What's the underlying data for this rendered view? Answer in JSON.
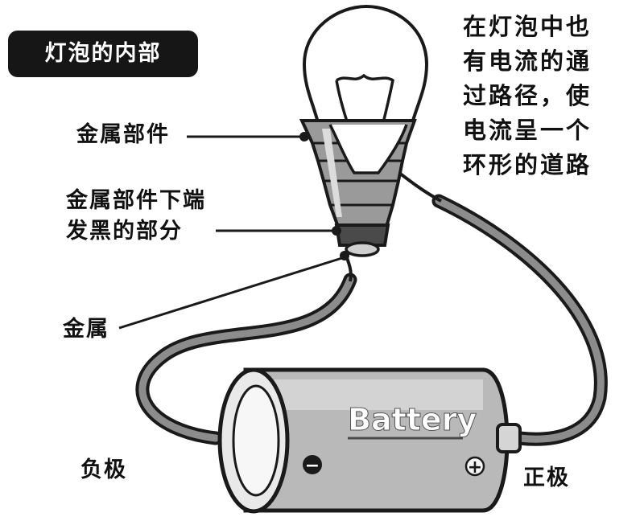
{
  "title": "灯泡的内部",
  "note_lines": [
    "在灯泡中也",
    "有电流的通",
    "过路径，使",
    "电流呈一个",
    "环形的道路"
  ],
  "labels": {
    "metal_part": "金属部件",
    "metal_bottom_line1": "金属部件下端",
    "metal_bottom_line2": "发黑的部分",
    "metal": "金属",
    "negative": "负极",
    "positive": "正极"
  },
  "battery": {
    "text": "Battery",
    "minus_symbol": "−",
    "plus_symbol": "+"
  },
  "colors": {
    "outline": "#1a1a1a",
    "wire_fill": "#8c8c8c",
    "base_dark": "#5a5a5a",
    "battery_body": "#b9b9b9",
    "battery_light": "#e4e4e4"
  }
}
